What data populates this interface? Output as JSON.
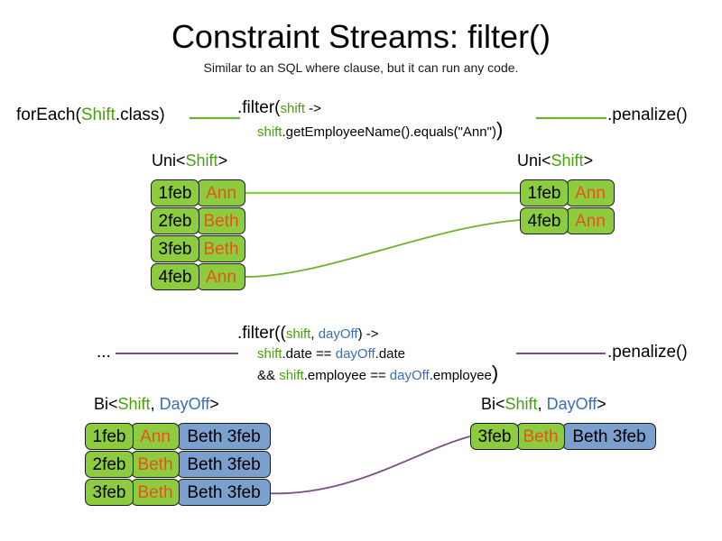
{
  "slide": {
    "title": "Constraint Streams: filter()",
    "subtitle": "Similar to an SQL where clause, but it can run any code."
  },
  "colors": {
    "fact_green": "#8ccc3e",
    "fact_blue": "#7ba0ce",
    "name_orange": "#e8521e",
    "type_shift_green": "#49a010",
    "type_dayoff_blue": "#3c6eb4",
    "wire_green": "#6fb22c",
    "wire_purple": "#7c4f86",
    "border": "#1a1a1a"
  },
  "uni_section": {
    "source_label": {
      "prefix": "forEach(",
      "type": "Shift",
      "suffix": ".class)"
    },
    "filter": {
      "line1_prefix": ".filter(",
      "line1_param": "shift",
      "line1_suffix": " ->",
      "line2_var": "shift",
      "line2_rest": ".getEmployeeName().equals(\"Ann\")",
      "line2_close": ")"
    },
    "penalize_label": ".penalize()",
    "input_type": {
      "prefix": "Uni<",
      "type1": "Shift",
      "suffix": ">"
    },
    "output_type": {
      "prefix": "Uni<",
      "type1": "Shift",
      "suffix": ">"
    },
    "input_tuples": [
      {
        "date": "1feb",
        "name": "Ann"
      },
      {
        "date": "2feb",
        "name": "Beth"
      },
      {
        "date": "3feb",
        "name": "Beth"
      },
      {
        "date": "4feb",
        "name": "Ann"
      }
    ],
    "output_tuples": [
      {
        "date": "1feb",
        "name": "Ann"
      },
      {
        "date": "4feb",
        "name": "Ann"
      }
    ]
  },
  "bi_section": {
    "source_label": "...",
    "filter": {
      "line1_prefix": ".filter((",
      "line1_param1": "shift",
      "line1_comma": ", ",
      "line1_param2": "dayOff",
      "line1_suffix": ") ->",
      "line2_var1": "shift",
      "line2_mid": ".date == ",
      "line2_var2": "dayOff",
      "line2_end": ".date",
      "line3_amp": "&& ",
      "line3_var1": "shift",
      "line3_mid": ".employee == ",
      "line3_var2": "dayOff",
      "line3_end": ".employee",
      "line3_close": ")"
    },
    "penalize_label": ".penalize()",
    "input_type": {
      "prefix": "Bi<",
      "type1": "Shift",
      "comma": ", ",
      "type2": "DayOff",
      "suffix": ">"
    },
    "output_type": {
      "prefix": "Bi<",
      "type1": "Shift",
      "comma": ", ",
      "type2": "DayOff",
      "suffix": ">"
    },
    "input_tuples": [
      {
        "date": "1feb",
        "name": "Ann",
        "dayoff": "Beth 3feb"
      },
      {
        "date": "2feb",
        "name": "Beth",
        "dayoff": "Beth 3feb"
      },
      {
        "date": "3feb",
        "name": "Beth",
        "dayoff": "Beth 3feb"
      }
    ],
    "output_tuples": [
      {
        "date": "3feb",
        "name": "Beth",
        "dayoff": "Beth 3feb"
      }
    ]
  }
}
